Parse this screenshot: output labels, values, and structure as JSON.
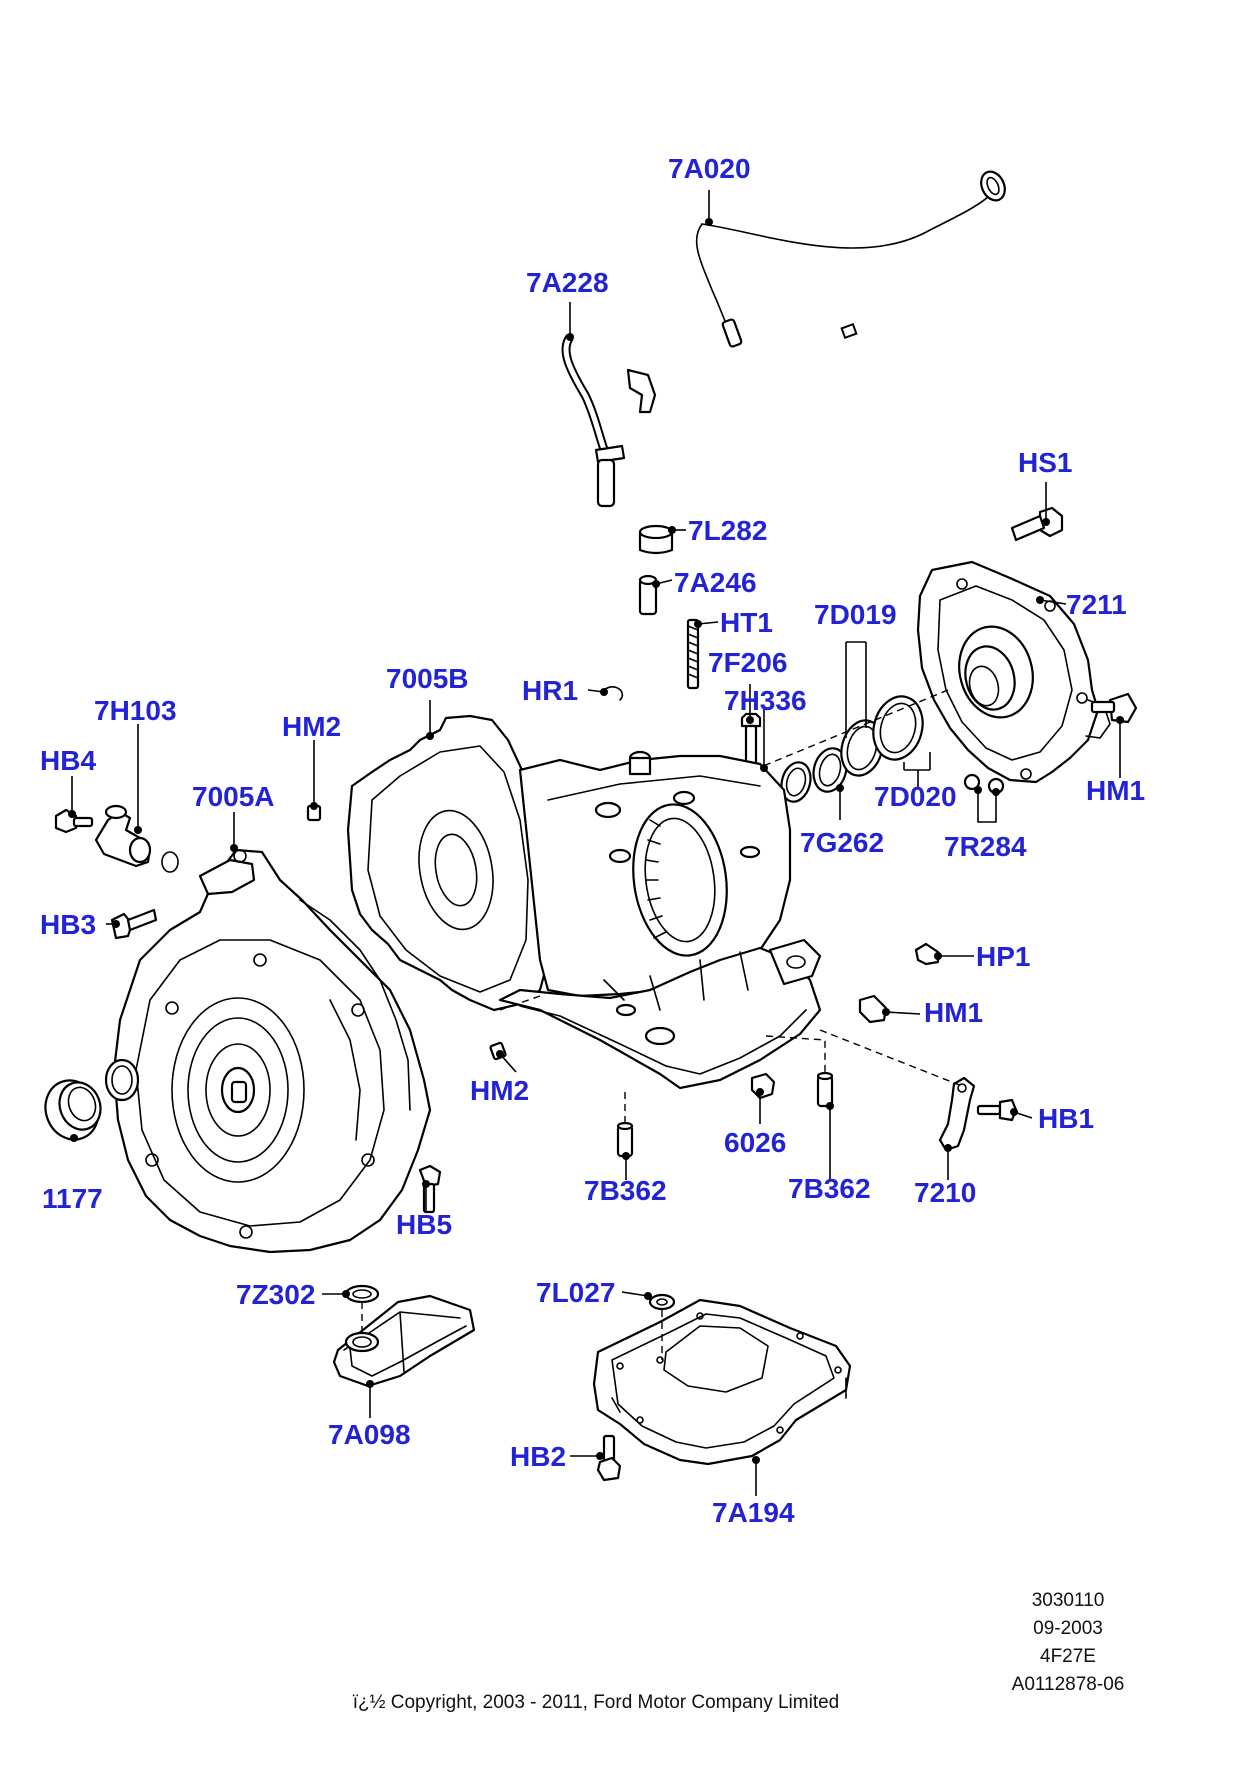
{
  "labels": {
    "7A020": "7A020",
    "7A228": "7A228",
    "HS1": "HS1",
    "7L282": "7L282",
    "7A246": "7A246",
    "7211": "7211",
    "HT1": "HT1",
    "7D019": "7D019",
    "7F206": "7F206",
    "7005B": "7005B",
    "HR1": "HR1",
    "7H336": "7H336",
    "7H103": "7H103",
    "HM2_top": "HM2",
    "HB4": "HB4",
    "7005A": "7005A",
    "HM1_top": "HM1",
    "7D020": "7D020",
    "7G262": "7G262",
    "7R284": "7R284",
    "HB3": "HB3",
    "HP1": "HP1",
    "HM1_mid": "HM1",
    "HM2_bottom": "HM2",
    "HB1": "HB1",
    "6026": "6026",
    "1177": "1177",
    "7B362_left": "7B362",
    "7B362_right": "7B362",
    "7210": "7210",
    "HB5": "HB5",
    "7Z302": "7Z302",
    "7L027": "7L027",
    "7A098": "7A098",
    "HB2": "HB2",
    "7A194": "7A194"
  },
  "footer": {
    "code": "3030110",
    "date": "09-2003",
    "model": "4F27E",
    "reference": "A0112878-06",
    "copyright": "ï¿½ Copyright, 2003 - 2011, Ford Motor Company Limited"
  },
  "colors": {
    "label": "#2323d6",
    "line": "#000000",
    "background": "#ffffff"
  }
}
